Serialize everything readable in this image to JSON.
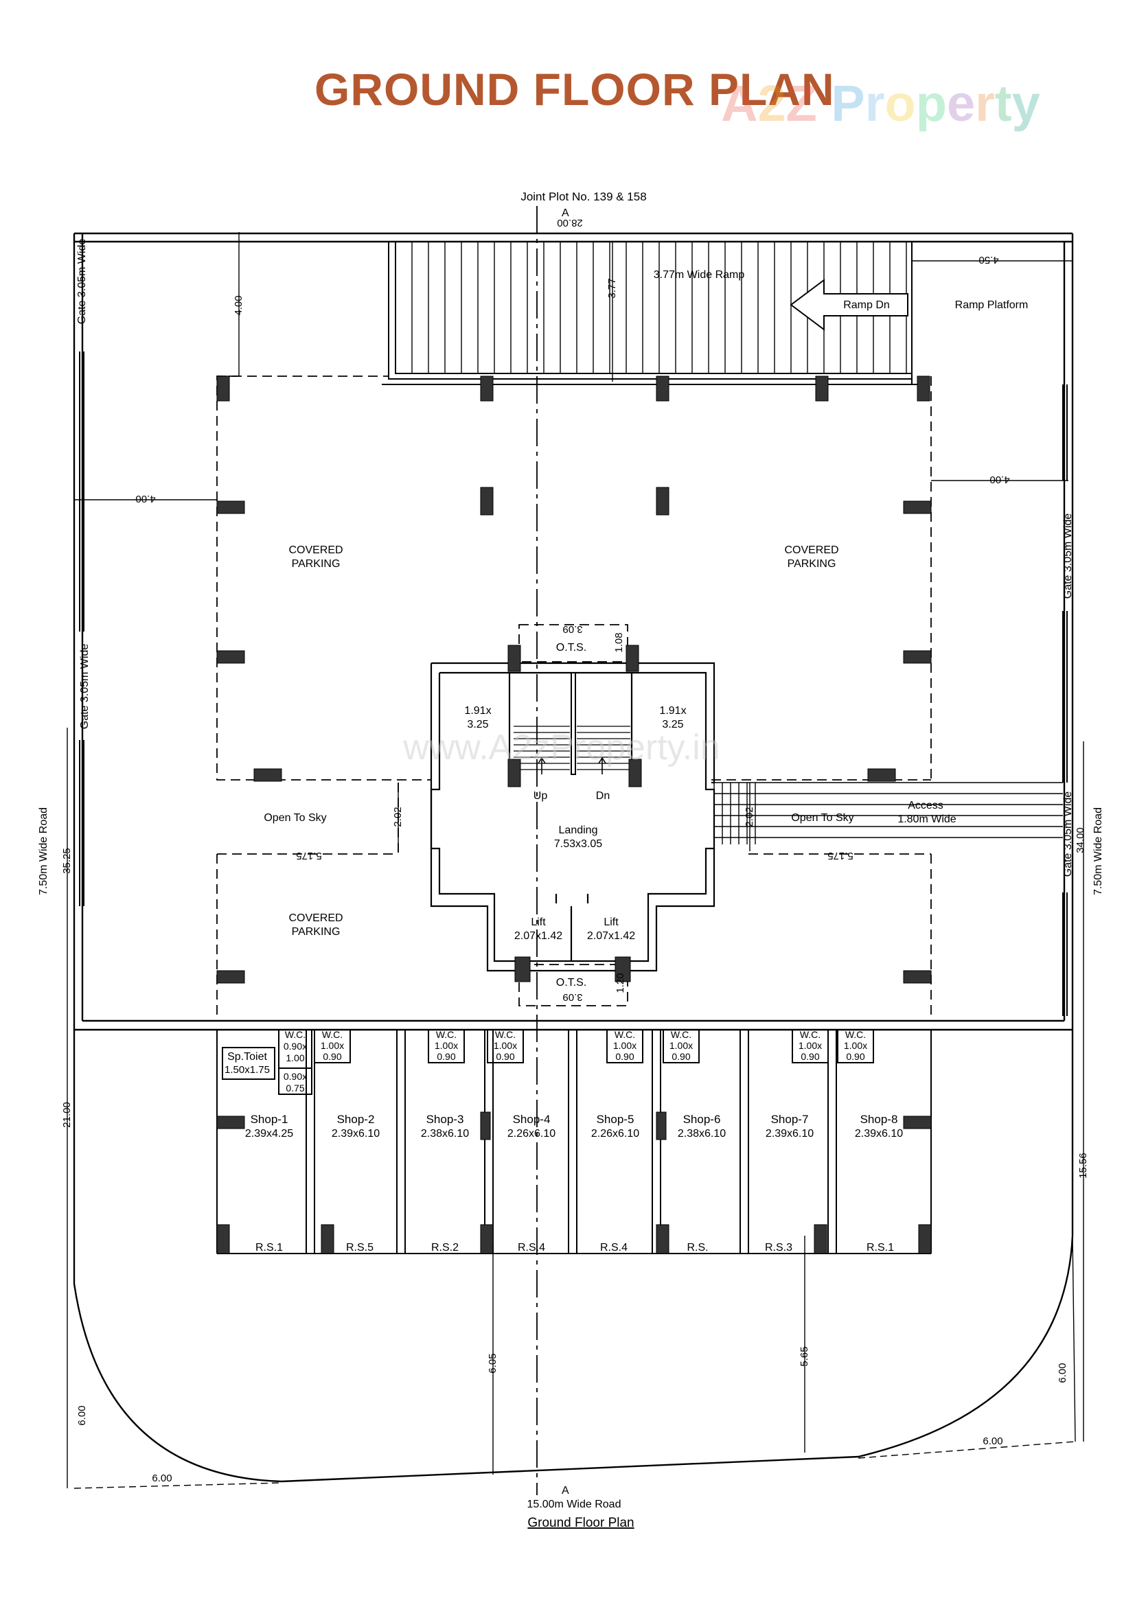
{
  "title": "GROUND FLOOR PLAN",
  "title_color": "#b5582f",
  "watermark": {
    "letters": [
      "A",
      "2",
      "Z",
      " ",
      "P",
      "r",
      "o",
      "p",
      "e",
      "r",
      "t",
      "y"
    ],
    "colors": [
      "#e74c3c",
      "#f39c12",
      "#e74c3c",
      "#ffffff",
      "#3498db",
      "#5dade2",
      "#f1c40f",
      "#2ecc71",
      "#9b59b6",
      "#e67e22",
      "#27ae60",
      "#16a085"
    ]
  },
  "watermark_center": "www.A2zProperty.in",
  "plot_label": "Joint Plot No. 139 & 158",
  "section_marker": "A",
  "caption": "Ground Floor Plan",
  "roads": {
    "left": "7.50m Wide Road",
    "right": "7.50m Wide Road",
    "bottom": "15.00m Wide Road"
  },
  "gates": {
    "left_top": "Gate 3.05m Wide",
    "left_mid": "Gate 3.05m Wide",
    "right_top": "Gate 3.05m Wide",
    "right_bottom": "Gate 3.05m Wide"
  },
  "ramp": {
    "label": "3.77m Wide Ramp",
    "arrow": "Ramp Dn",
    "platform": "Ramp Platform"
  },
  "areas": {
    "parking_top_left": [
      "COVERED",
      "PARKING"
    ],
    "parking_top_right": [
      "COVERED",
      "PARKING"
    ],
    "parking_bottom_left": [
      "COVERED",
      "PARKING"
    ],
    "open_sky_left": "Open To Sky",
    "open_sky_right": "Open To Sky",
    "access": [
      "Access",
      "1.80m Wide"
    ],
    "ots_top": "O.T.S.",
    "ots_bottom": "O.T.S.",
    "room_left": [
      "1.91x",
      "3.25"
    ],
    "room_right": [
      "1.91x",
      "3.25"
    ],
    "stair_up": "Up",
    "stair_dn": "Dn",
    "landing": [
      "Landing",
      "7.53x3.05"
    ],
    "lift_left": [
      "Lift",
      "2.07x1.42"
    ],
    "lift_right": [
      "Lift",
      "2.07x1.42"
    ]
  },
  "dimensions": {
    "top_width": "28.00",
    "ramp_depth": "3.77",
    "left_setback": "4.00",
    "mid_left": "4.00",
    "ramp_platform": "4.50",
    "right_setback": "4.00",
    "ots_top_w": "3.09",
    "ots_top_h": "1.08",
    "ots_bottom_w": "3.09",
    "ots_bottom_h": "1.20",
    "open_left_h": "2.02",
    "open_left_w": "5.175",
    "open_right_h": "2.02",
    "open_right_w": "5.175",
    "left_total": "35.25",
    "right_total": "34.00",
    "left_lower": "21.00",
    "right_lower": "15.56",
    "front_a": "6.05",
    "front_b": "5.65",
    "corner_left_v": "6.00",
    "corner_left_h": "6.00",
    "corner_right_v": "6.00",
    "corner_right_h": "6.00"
  },
  "toilets": {
    "sp_toilet": [
      "Sp.Toiet",
      "1.50x1.75"
    ],
    "wc_a": [
      "W.C.",
      "0.90x",
      "1.00"
    ],
    "wash": [
      "0.90x",
      "0.75"
    ],
    "wc_label": "W.C.",
    "wc_dims": [
      "1.00x",
      "0.90"
    ]
  },
  "shops": [
    {
      "name": "Shop-1",
      "size": "2.39x4.25",
      "rs": "R.S.1"
    },
    {
      "name": "Shop-2",
      "size": "2.39x6.10",
      "rs": "R.S.5"
    },
    {
      "name": "Shop-3",
      "size": "2.38x6.10",
      "rs": "R.S.2"
    },
    {
      "name": "Shop-4",
      "size": "2.26x6.10",
      "rs": "R.S.4"
    },
    {
      "name": "Shop-5",
      "size": "2.26x6.10",
      "rs": "R.S.4"
    },
    {
      "name": "Shop-6",
      "size": "2.38x6.10",
      "rs": "R.S."
    },
    {
      "name": "Shop-7",
      "size": "2.39x6.10",
      "rs": "R.S.3"
    },
    {
      "name": "Shop-8",
      "size": "2.39x6.10",
      "rs": "R.S.1"
    }
  ]
}
